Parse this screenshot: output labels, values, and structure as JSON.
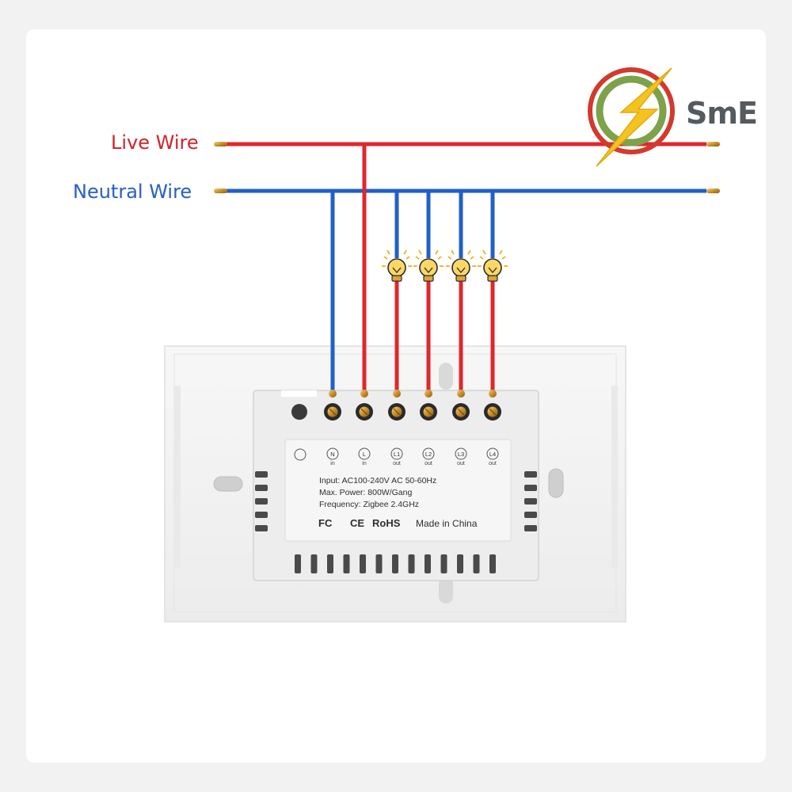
{
  "brand": {
    "name": "SmE",
    "colors": {
      "ring_red": "#d23a2e",
      "ring_green": "#7da24a",
      "bolt": "#f5c320",
      "text": "#555a5e"
    }
  },
  "wires": {
    "live_label": "Live Wire",
    "neutral_label": "Neutral Wire",
    "live_color": "#e0272d",
    "neutral_color": "#2160c8"
  },
  "terminals": [
    {
      "id": "N",
      "dir": "in"
    },
    {
      "id": "L",
      "dir": "in"
    },
    {
      "id": "L1",
      "dir": "out"
    },
    {
      "id": "L2",
      "dir": "out"
    },
    {
      "id": "L3",
      "dir": "out"
    },
    {
      "id": "L4",
      "dir": "out"
    }
  ],
  "lamps": 4,
  "specs": {
    "input": "Input: AC100-240V AC 50-60Hz",
    "power": "Max. Power: 800W/Gang",
    "frequency": "Frequency: Zigbee 2.4GHz"
  },
  "certifications": {
    "fc": "FC",
    "ce": "CE",
    "rohs": "RoHS",
    "made_in": "Made in China"
  }
}
